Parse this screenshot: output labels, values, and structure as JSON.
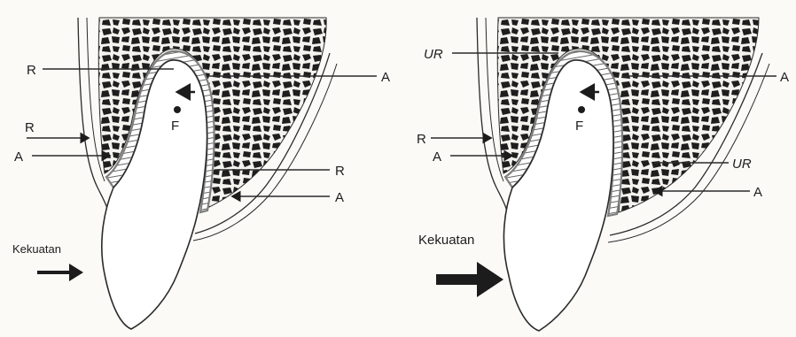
{
  "panels": [
    {
      "labels": {
        "r_top": "R",
        "a_top": "A",
        "r_mid": "R",
        "a_mid": "A",
        "r_low": "R",
        "a_low": "A",
        "f": "F"
      },
      "force_label": "Kekuatan",
      "force_magnitude": "small"
    },
    {
      "labels": {
        "ur_top": "UR",
        "a_top": "A",
        "r_mid": "R",
        "a_mid": "A",
        "ur_low": "UR",
        "a_low": "A",
        "f": "F"
      },
      "force_label": "Kekuatan",
      "force_magnitude": "large"
    }
  ],
  "colors": {
    "bone_dark": "#1e1e1e",
    "ligament": "#8a8a8a",
    "tooth": "#ffffff",
    "line": "#2a2a2a"
  }
}
